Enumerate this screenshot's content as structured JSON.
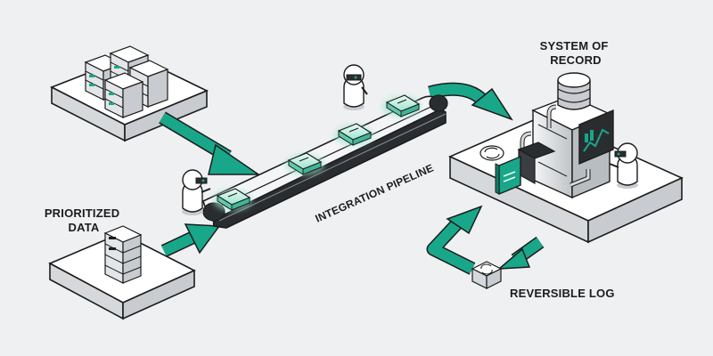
{
  "labels": {
    "system_of_record": [
      "SYSTEM OF",
      "RECORD"
    ],
    "prioritized_data": [
      "PRIORITIZED",
      "DATA"
    ],
    "integration_pipeline": "INTEGRATION PIPELINE",
    "reversible_log": "REVERSIBLE LOG"
  },
  "colors": {
    "accent": "#19a78a",
    "accent_light": "#9fe3cf",
    "outline": "#1c1c1c",
    "background": "#eef0f2",
    "platform": "#ffffff",
    "platform_side": "#d6d9dc"
  },
  "icons": [
    "server-stack-icon",
    "robot-icon",
    "data-card-icon",
    "database-icon",
    "machine-icon",
    "sync-icon",
    "monitor-icon"
  ]
}
